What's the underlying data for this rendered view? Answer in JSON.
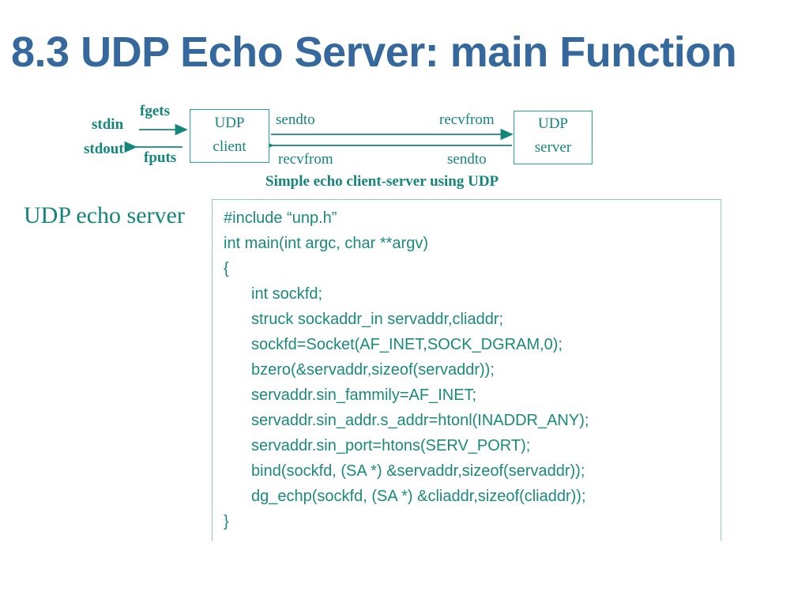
{
  "slide": {
    "title": "8.3 UDP Echo Server: main Function",
    "title_color": "#35689c",
    "accent_color": "#14857a",
    "code_color": "#1a8a7a",
    "box_border_color": "#2aa79b"
  },
  "diagram": {
    "caption": "Simple echo client-server using UDP",
    "stdin_label": "stdin",
    "stdout_label": "stdout",
    "fgets_label": "fgets",
    "fputs_label": "fputs",
    "client_box": {
      "line1": "UDP",
      "line2": "client"
    },
    "server_box": {
      "line1": "UDP",
      "line2": "server"
    },
    "arrows": {
      "top_left_label": "sendto",
      "top_right_label": "recvfrom",
      "bottom_left_label": "recvfrom",
      "bottom_right_label": "sendto"
    }
  },
  "code_section": {
    "label": "UDP echo server",
    "lines": [
      {
        "text": "#include “unp.h”",
        "indent": false
      },
      {
        "text": "int main(int argc, char **argv)",
        "indent": false
      },
      {
        "text": "{",
        "indent": false
      },
      {
        "text": "int sockfd;",
        "indent": true
      },
      {
        "text": "struck sockaddr_in servaddr,cliaddr;",
        "indent": true
      },
      {
        "text": "sockfd=Socket(AF_INET,SOCK_DGRAM,0);",
        "indent": true
      },
      {
        "text": "bzero(&servaddr,sizeof(servaddr));",
        "indent": true
      },
      {
        "text": "servaddr.sin_fammily=AF_INET;",
        "indent": true
      },
      {
        "text": "servaddr.sin_addr.s_addr=htonl(INADDR_ANY);",
        "indent": true
      },
      {
        "text": "servaddr.sin_port=htons(SERV_PORT);",
        "indent": true
      },
      {
        "text": "bind(sockfd, (SA *) &servaddr,sizeof(servaddr));",
        "indent": true
      },
      {
        "text": "dg_echp(sockfd, (SA *) &cliaddr,sizeof(cliaddr));",
        "indent": true
      },
      {
        "text": "}",
        "indent": false
      }
    ]
  }
}
